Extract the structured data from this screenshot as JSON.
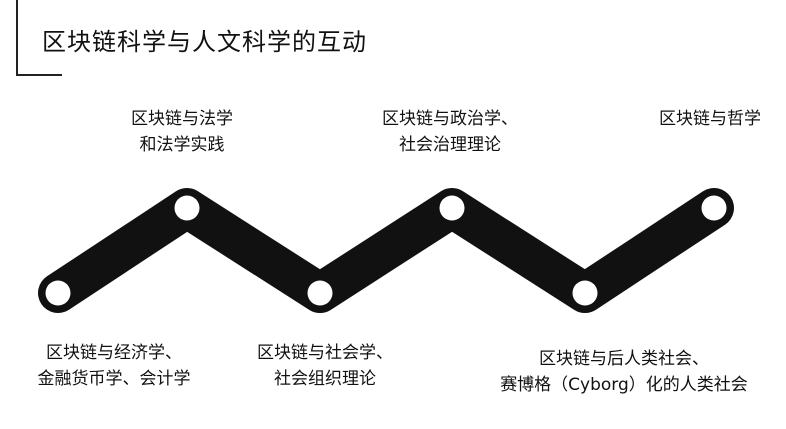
{
  "title": "区块链科学与人文科学的互动",
  "nodes": [
    {
      "lines": [
        "区块链与经济学、",
        "金融货币学、会计学"
      ]
    },
    {
      "lines": [
        "区块链与法学",
        "和法学实践"
      ]
    },
    {
      "lines": [
        "区块链与社会学、",
        "社会组织理论"
      ]
    },
    {
      "lines": [
        "区块链与政治学、",
        "社会治理理论"
      ]
    },
    {
      "lines": [
        "区块链与后人类社会、",
        "赛博格（Cyborg）化的人类社会"
      ]
    },
    {
      "lines": [
        "区块链与哲学"
      ]
    }
  ],
  "colors": {
    "band": "#111111",
    "node_fill": "#ffffff",
    "text": "#111111"
  }
}
